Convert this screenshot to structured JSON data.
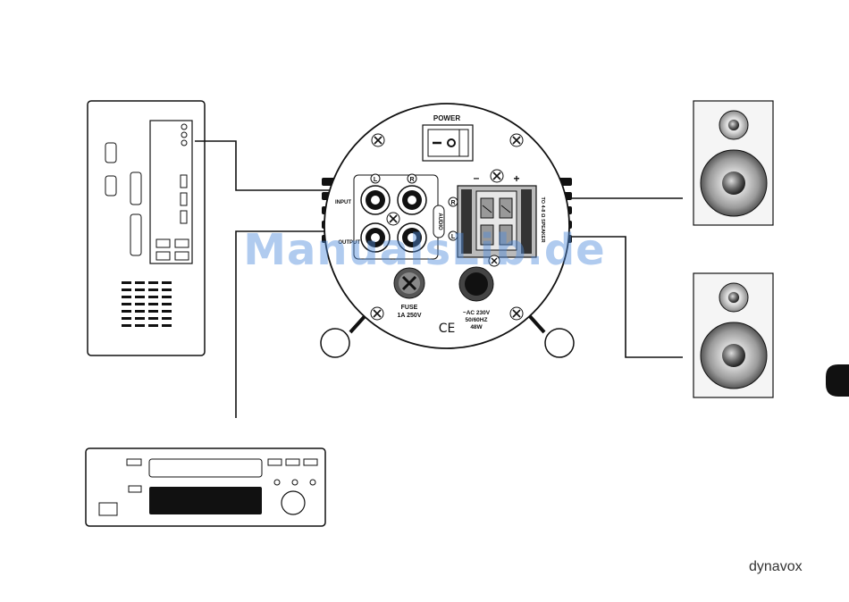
{
  "amp": {
    "power_label": "POWER",
    "input_label": "INPUT",
    "output_label": "OUTPUT",
    "rca_left": "L",
    "rca_right": "R",
    "audio_label": "AUDIO",
    "audio_r": "R",
    "audio_l": "L",
    "minus": "–",
    "plus": "+",
    "to_speaker": "TO 4-8 Ω SPEAKER",
    "fuse_label": "FUSE",
    "fuse_rating": "1A 250V",
    "ac_line1": "~AC 230V",
    "ac_line2": "50/60HZ",
    "ac_line3": "48W",
    "ce": "CE"
  },
  "watermark": "ManualsLib.de",
  "brand": "dynavox"
}
